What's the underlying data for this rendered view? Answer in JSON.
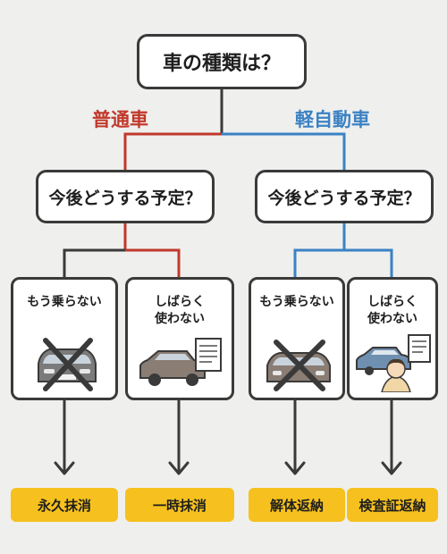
{
  "root_question": "車の種類は？",
  "branches": {
    "futsu": {
      "label": "普通車",
      "color": "#c0392b"
    },
    "kei": {
      "label": "軽自動車",
      "color": "#3b82c4"
    }
  },
  "next_question": "今後どうする予定？",
  "options": {
    "no_ride": "もう乗らない",
    "not_use": "しばらく\n使わない"
  },
  "results": {
    "permanent_cancel": "永久抹消",
    "temporary_cancel": "一時抹消",
    "dismantle_return": "解体返納",
    "inspection_return": "検査証返納"
  },
  "icons": [
    "car-crossed-icon",
    "car-with-document-icon",
    "person-thinking-icon"
  ]
}
